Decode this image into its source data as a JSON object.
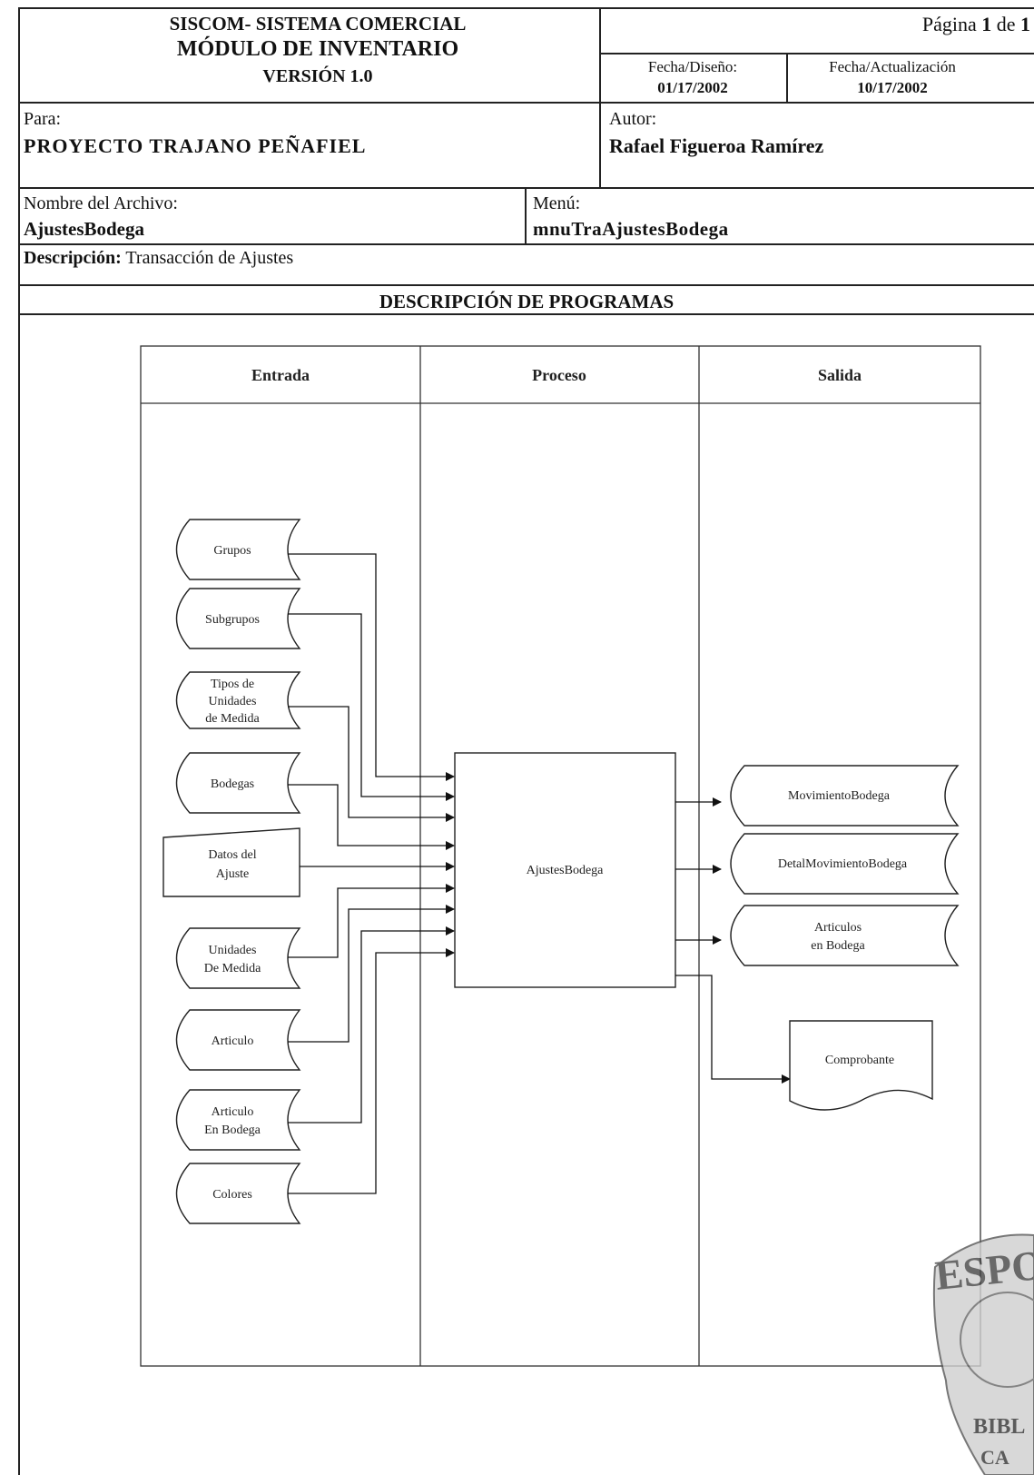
{
  "header": {
    "system": "SISCOM- SISTEMA COMERCIAL",
    "module": "MÓDULO DE INVENTARIO",
    "version": "VERSIÓN 1.0",
    "page_label": "Página ",
    "page_current": "1",
    "page_of": " de ",
    "page_total": "1",
    "design_date_label": "Fecha/Diseño:",
    "design_date": "01/17/2002",
    "update_date_label": "Fecha/Actualización",
    "update_date": "10/17/2002"
  },
  "info": {
    "para_label": "Para:",
    "para_value": "PROYECTO TRAJANO PEÑAFIEL",
    "author_label": "Autor:",
    "author_value": "Rafael Figueroa Ramírez",
    "file_label": "Nombre del Archivo:",
    "file_value": "AjustesBodega",
    "menu_label": "Menú:",
    "menu_value": "mnuTraAjustesBodega",
    "desc_label": "Descripción:",
    "desc_value": " Transacción de Ajustes"
  },
  "section_title": "DESCRIPCIÓN DE PROGRAMAS",
  "diagram": {
    "columns": [
      "Entrada",
      "Proceso",
      "Salida"
    ],
    "inputs": [
      {
        "lines": [
          "Grupos"
        ],
        "shape": "stored-data"
      },
      {
        "lines": [
          "Subgrupos"
        ],
        "shape": "stored-data"
      },
      {
        "lines": [
          "Tipos de",
          "Unidades",
          "de Medida"
        ],
        "shape": "stored-data"
      },
      {
        "lines": [
          "Bodegas"
        ],
        "shape": "stored-data"
      },
      {
        "lines": [
          "Datos del",
          "Ajuste"
        ],
        "shape": "manual-input"
      },
      {
        "lines": [
          "Unidades",
          "De Medida"
        ],
        "shape": "stored-data"
      },
      {
        "lines": [
          "Articulo"
        ],
        "shape": "stored-data"
      },
      {
        "lines": [
          "Articulo",
          "En Bodega"
        ],
        "shape": "stored-data"
      },
      {
        "lines": [
          "Colores"
        ],
        "shape": "stored-data"
      }
    ],
    "process": "AjustesBodega",
    "outputs": [
      {
        "lines": [
          "MovimientoBodega"
        ],
        "shape": "stored-data"
      },
      {
        "lines": [
          "DetalMovimientoBodega"
        ],
        "shape": "stored-data"
      },
      {
        "lines": [
          "Articulos",
          "en Bodega"
        ],
        "shape": "stored-data"
      },
      {
        "lines": [
          "Comprobante"
        ],
        "shape": "document"
      }
    ]
  },
  "stamp_text": [
    "ESPO",
    "BIBL",
    "CA"
  ]
}
